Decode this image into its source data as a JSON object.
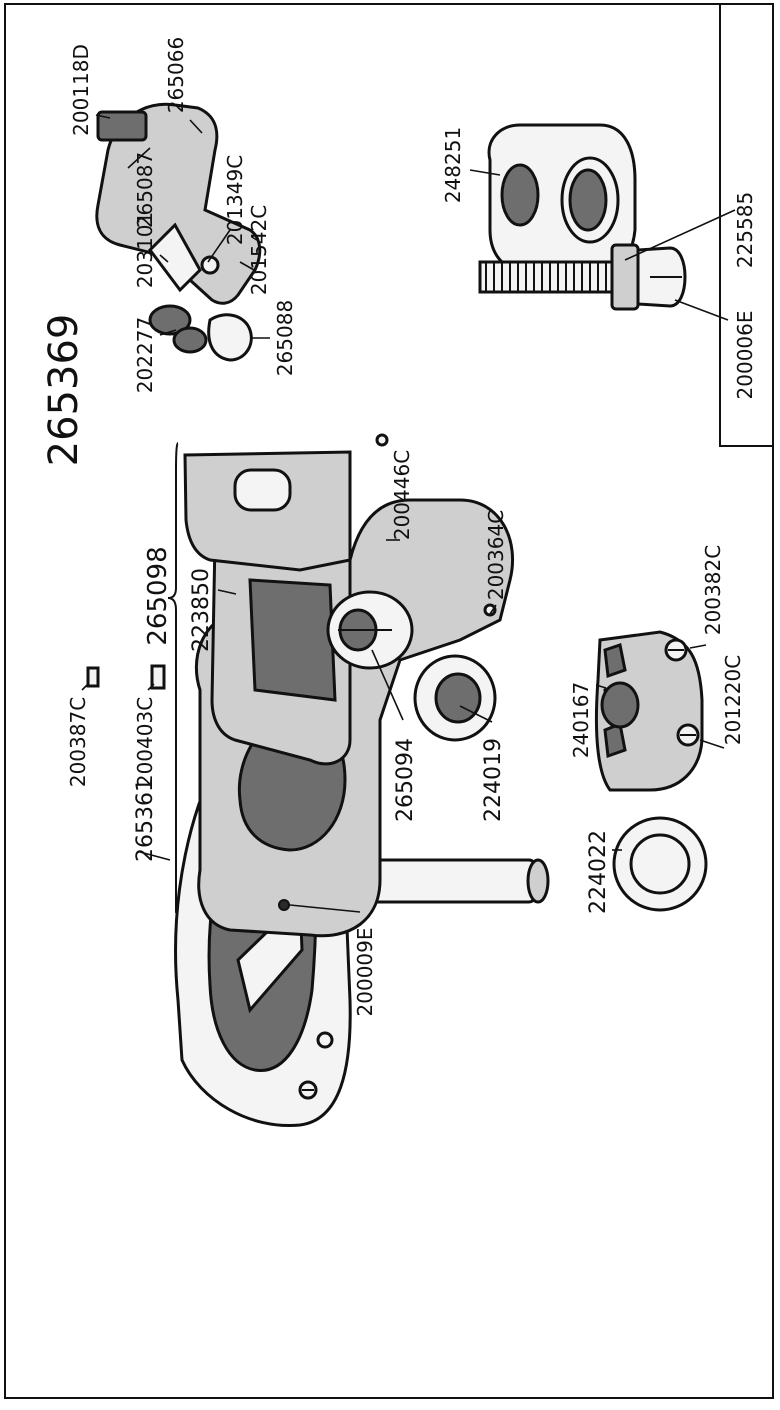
{
  "assembly": {
    "number": "265369",
    "subassembly": "265098"
  },
  "labels": {
    "p265361": "265361",
    "p224022": "224022",
    "p200009E": "200009E",
    "p200387C": "200387C",
    "p200403C": "200403C",
    "p223850": "223850",
    "p265094": "265094",
    "p224019": "224019",
    "p200364C": "200364C",
    "p200446C": "200446C",
    "p240167": "240167",
    "p201220C": "201220C",
    "p200382C": "200382C",
    "p202277": "202277",
    "p265088": "265088",
    "p203101": "203101",
    "p201542C": "201542C",
    "p201349C": "201349C",
    "p265087": "265087",
    "p200118D": "200118D",
    "p265066": "265066",
    "p248251": "248251",
    "p200006E": "200006E",
    "p225585": "225585"
  }
}
